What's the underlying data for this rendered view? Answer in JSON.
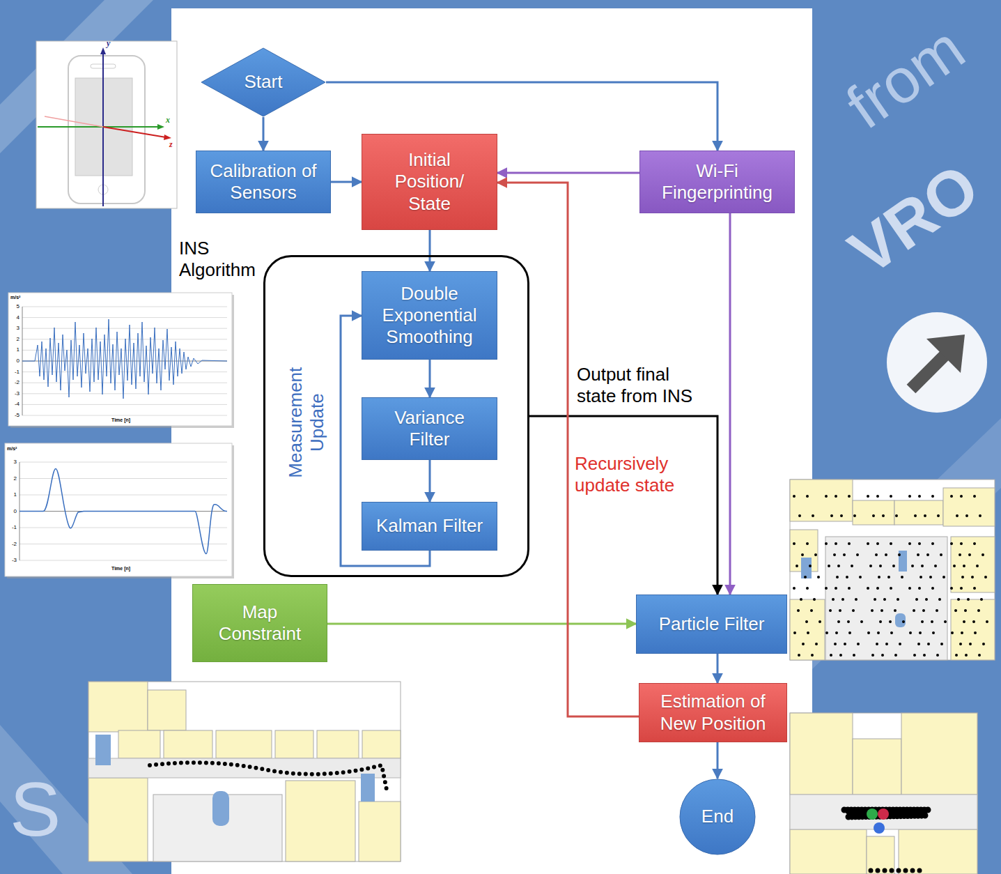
{
  "diagram": {
    "nodes": [
      {
        "text": [
          "Start"
        ]
      },
      {
        "text": [
          "Calibration of Sensors"
        ]
      },
      {
        "text": [
          "Initial Position/ State"
        ]
      },
      {
        "text": [
          "Wi-Fi Fingerprinting"
        ]
      },
      {
        "text": [
          "INS Algorithm"
        ]
      },
      {
        "text": [
          "Double Exponential Smoothing"
        ],
        "in": 4
      },
      {
        "text": [
          "Variance Filter"
        ],
        "in": 4
      },
      {
        "text": [
          "Kalman Filter"
        ],
        "in": 4
      },
      {
        "text": [
          "Map Constraint"
        ]
      },
      {
        "text": [
          "Particle Filter"
        ]
      },
      {
        "text": [
          "Estimation of New Position"
        ]
      },
      {
        "text": [
          "End"
        ]
      }
    ],
    "edges": [
      {
        "from": 0,
        "to": 1,
        "arrow": "to"
      },
      {
        "from": 0,
        "to": 3,
        "arrow": "to"
      },
      {
        "from": 1,
        "to": 2,
        "arrow": "to"
      },
      {
        "from": 3,
        "to": 2,
        "arrow": "to"
      },
      {
        "from": 2,
        "to": 5,
        "arrow": "to"
      },
      {
        "from": 5,
        "to": 6,
        "arrow": "to"
      },
      {
        "from": 6,
        "to": 7,
        "arrow": "to"
      },
      {
        "from": 7,
        "to": 5,
        "label": "Measurement Update",
        "arrow": "to"
      },
      {
        "from": 4,
        "to": 9,
        "label": "Output final state from INS",
        "arrow": "to"
      },
      {
        "from": 3,
        "to": 9,
        "arrow": "to"
      },
      {
        "from": 8,
        "to": 9,
        "arrow": "to"
      },
      {
        "from": 9,
        "to": 10,
        "arrow": "to"
      },
      {
        "from": 10,
        "to": 2,
        "label": "Recursively update state",
        "arrow": "to"
      },
      {
        "from": 10,
        "to": 11,
        "arrow": "to"
      }
    ],
    "labels": [
      "from",
      "VRO",
      "S",
      "y",
      "x",
      "z",
      "m/s²",
      "5",
      "4",
      "3",
      "2",
      "1",
      "0",
      "-1",
      "-2",
      "-3",
      "-4",
      "-5",
      "Time [n]",
      "m/s²",
      "3",
      "2",
      "1",
      "0",
      "-1",
      "-2",
      "-3",
      "Time [n]"
    ]
  }
}
